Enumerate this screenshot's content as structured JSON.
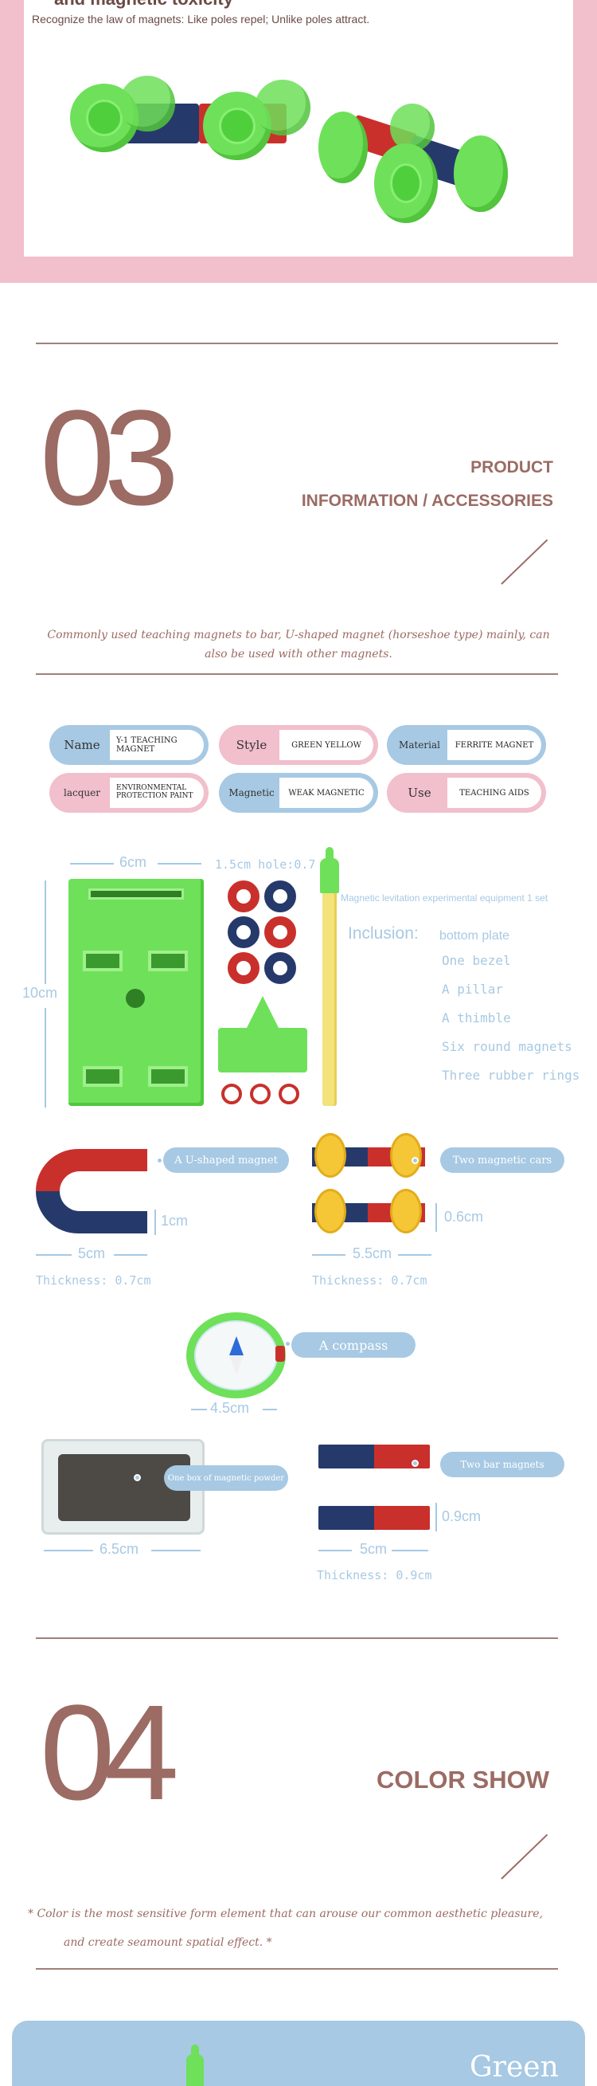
{
  "top": {
    "heading_cut": "and magnetic toxicity",
    "caption": "Recognize the law of magnets: Like poles repel; Unlike poles attract."
  },
  "section3": {
    "number": "03",
    "title_line1": "PRODUCT",
    "title_line2": "INFORMATION / ACCESSORIES",
    "note": "Commonly used teaching magnets to bar, U-shaped magnet (horseshoe type) mainly, can also be used with other magnets."
  },
  "specs": [
    {
      "label": "Name",
      "value": "Y-1 TEACHING MAGNET",
      "color": "blue"
    },
    {
      "label": "Style",
      "value": "GREEN  YELLOW",
      "color": "pink"
    },
    {
      "label": "Material",
      "value": "FERRITE MAGNET",
      "color": "blue"
    },
    {
      "label": "lacquer",
      "value": "ENVIRONMENTAL PROTECTION PAINT",
      "color": "pink"
    },
    {
      "label": "Magnetic",
      "value": "WEAK MAGNETIC",
      "color": "blue"
    },
    {
      "label": "Use",
      "value": "TEACHING AIDS",
      "color": "pink"
    }
  ],
  "diagram": {
    "plate_width": "6cm",
    "plate_height": "10cm",
    "ring_note": "1.5cm hole:0.7",
    "set_label": "Magnetic levitation experimental equipment 1 set",
    "inclusion_label": "Inclusion:",
    "inclusion_items": [
      "bottom plate",
      "One bezel",
      "A pillar",
      "A thimble",
      "Six round magnets",
      "Three rubber rings"
    ]
  },
  "parts": {
    "u_magnet": {
      "tag": "A U-shaped magnet",
      "width": "5cm",
      "height": "1cm",
      "thickness": "Thickness: 0.7cm"
    },
    "cars": {
      "tag": "Two magnetic cars",
      "width": "5.5cm",
      "height": "0.6cm",
      "thickness": "Thickness: 0.7cm"
    },
    "compass": {
      "tag": "A compass",
      "width": "4.5cm"
    },
    "powder": {
      "tag": "One box of magnetic powder",
      "width": "6.5cm"
    },
    "bars": {
      "tag": "Two bar magnets",
      "width": "5cm",
      "height": "0.9cm",
      "thickness": "Thickness: 0.9cm"
    }
  },
  "section4": {
    "number": "04",
    "title": "COLOR SHOW",
    "note_line1": "*  Color is the most sensitive form element that can arouse our common aesthetic pleasure,",
    "note_line2": "and create seamount spatial effect.  *"
  },
  "color_card": {
    "label": "Green"
  },
  "colors": {
    "pink": "#f2bfcc",
    "blue": "#a7c9e3",
    "brown": "#9b6b64",
    "green": "#6fe05a",
    "red": "#c9302c",
    "navy": "#26396b"
  }
}
